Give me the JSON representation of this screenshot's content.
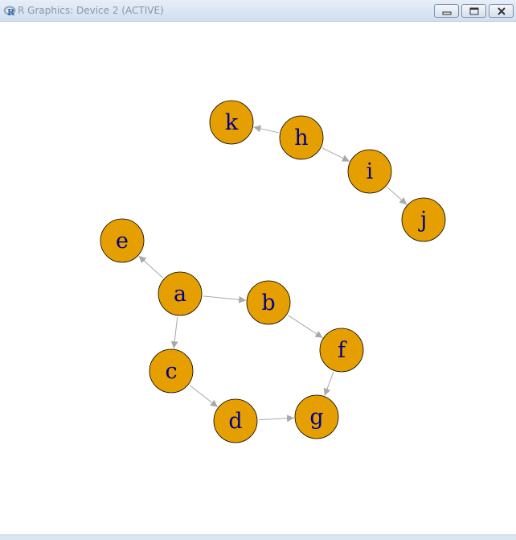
{
  "window": {
    "title": "R Graphics: Device 2 (ACTIVE)",
    "icon": "r-logo-icon",
    "controls": [
      "minimize-icon",
      "maximize-icon",
      "close-icon"
    ]
  },
  "graph": {
    "directed": true,
    "vertex_color": "#E69F00",
    "vertex_border_color": "#000000",
    "label_color": "#00008B",
    "edge_color": "#A9A9A9",
    "vertices": [
      "k",
      "h",
      "i",
      "j",
      "e",
      "a",
      "b",
      "f",
      "c",
      "d",
      "g"
    ],
    "edges": [
      {
        "from": "h",
        "to": "k"
      },
      {
        "from": "h",
        "to": "i"
      },
      {
        "from": "i",
        "to": "j"
      },
      {
        "from": "a",
        "to": "e"
      },
      {
        "from": "a",
        "to": "b"
      },
      {
        "from": "a",
        "to": "c"
      },
      {
        "from": "b",
        "to": "f"
      },
      {
        "from": "f",
        "to": "g"
      },
      {
        "from": "c",
        "to": "d"
      },
      {
        "from": "d",
        "to": "g"
      }
    ]
  }
}
